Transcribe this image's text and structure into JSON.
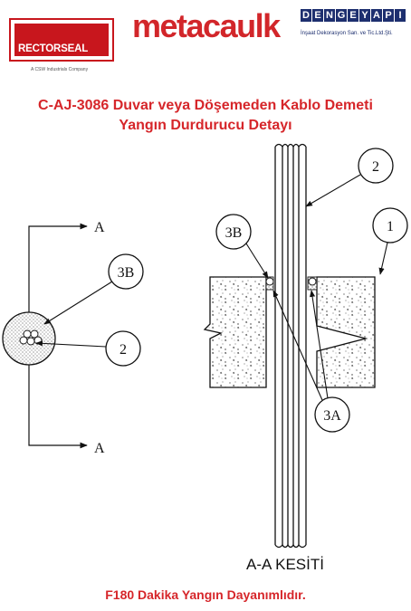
{
  "logos": {
    "rectorseal": {
      "name": "RECTORSEAL",
      "tagline": "A CSW Industrials Company"
    },
    "metacaulk": {
      "name": "metacaulk"
    },
    "dengeyapi": {
      "name": "DENGEYAPI",
      "tagline": "İnşaat Dekorasyon San. ve Tic.Ltd.Şti."
    }
  },
  "title": {
    "line1": "C-AJ-3086 Duvar veya Döşemeden Kablo Demeti",
    "line2": "Yangın Durdurucu Detayı"
  },
  "diagram": {
    "section_marker_top": "A",
    "section_marker_bottom": "A",
    "callouts": {
      "left_3b": "3B",
      "left_2": "2",
      "right_2": "2",
      "right_3b": "3B",
      "right_1": "1",
      "right_3a": "3A"
    },
    "section_label": "A-A KESİTİ"
  },
  "colors": {
    "brand_red": "#d6262a",
    "brand_navy": "#1d2f6f",
    "line": "#111111"
  },
  "footer": {
    "note": "F180 Dakika Yangın Dayanımlıdır."
  }
}
